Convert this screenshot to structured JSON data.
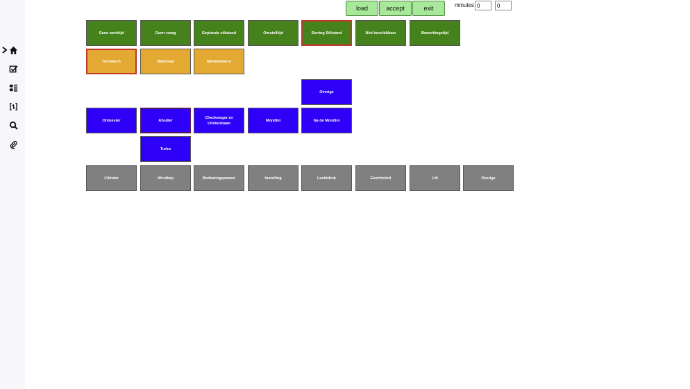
{
  "toolbar": {
    "load_label": "load",
    "accept_label": "accept",
    "exit_label": "exit",
    "minutes_label": "minutes",
    "minutes_value_1": "0",
    "minutes_value_2": "0"
  },
  "sidebar": {
    "icons": [
      "chevron-right-icon",
      "home-icon",
      "checkbox-edit-icon",
      "list-icon",
      "bracket-code-icon",
      "search-icon",
      "paperclip-icon"
    ]
  },
  "colors": {
    "green": "#45821c",
    "orange": "#e3a933",
    "blue": "#2e00f7",
    "gray": "#808080",
    "button_green": "#a8e89a",
    "selected_border": "#c0392b"
  },
  "rows": {
    "status": [
      "Geen werktijd",
      "Geen vraag",
      "Geplande stilstand",
      "Omstelltijd",
      "Storing Stilstand",
      "Niet beschikbaar",
      "Bewerkingstijd"
    ],
    "category": [
      "Technisch",
      "Materiaal",
      "Medewerkers"
    ],
    "overige_blue": "Overige",
    "machine_parts": [
      "Ontnester",
      "Afvuller",
      "Checkweger en Uitsluisbaan",
      "Mondini",
      "Na de Mondini"
    ],
    "turbo": "Turbo",
    "causes": [
      "Cilinder",
      "Afvulkop",
      "Bedieningspaneel",
      "Instelling",
      "Luchtdruk",
      "Electriciteit",
      "Lift",
      "Overige"
    ]
  }
}
